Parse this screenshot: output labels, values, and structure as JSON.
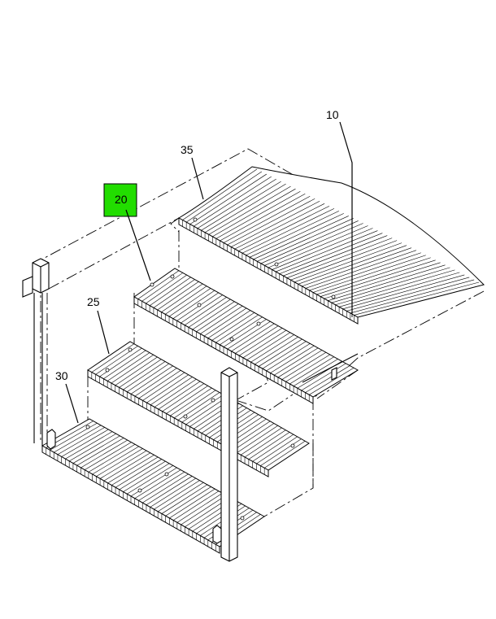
{
  "diagram": {
    "highlight_color": "#22dd00",
    "callouts": [
      {
        "id": "10",
        "label": "10",
        "highlighted": false
      },
      {
        "id": "35",
        "label": "35",
        "highlighted": false
      },
      {
        "id": "20",
        "label": "20",
        "highlighted": true
      },
      {
        "id": "25",
        "label": "25",
        "highlighted": false
      },
      {
        "id": "30",
        "label": "30",
        "highlighted": false
      }
    ]
  }
}
